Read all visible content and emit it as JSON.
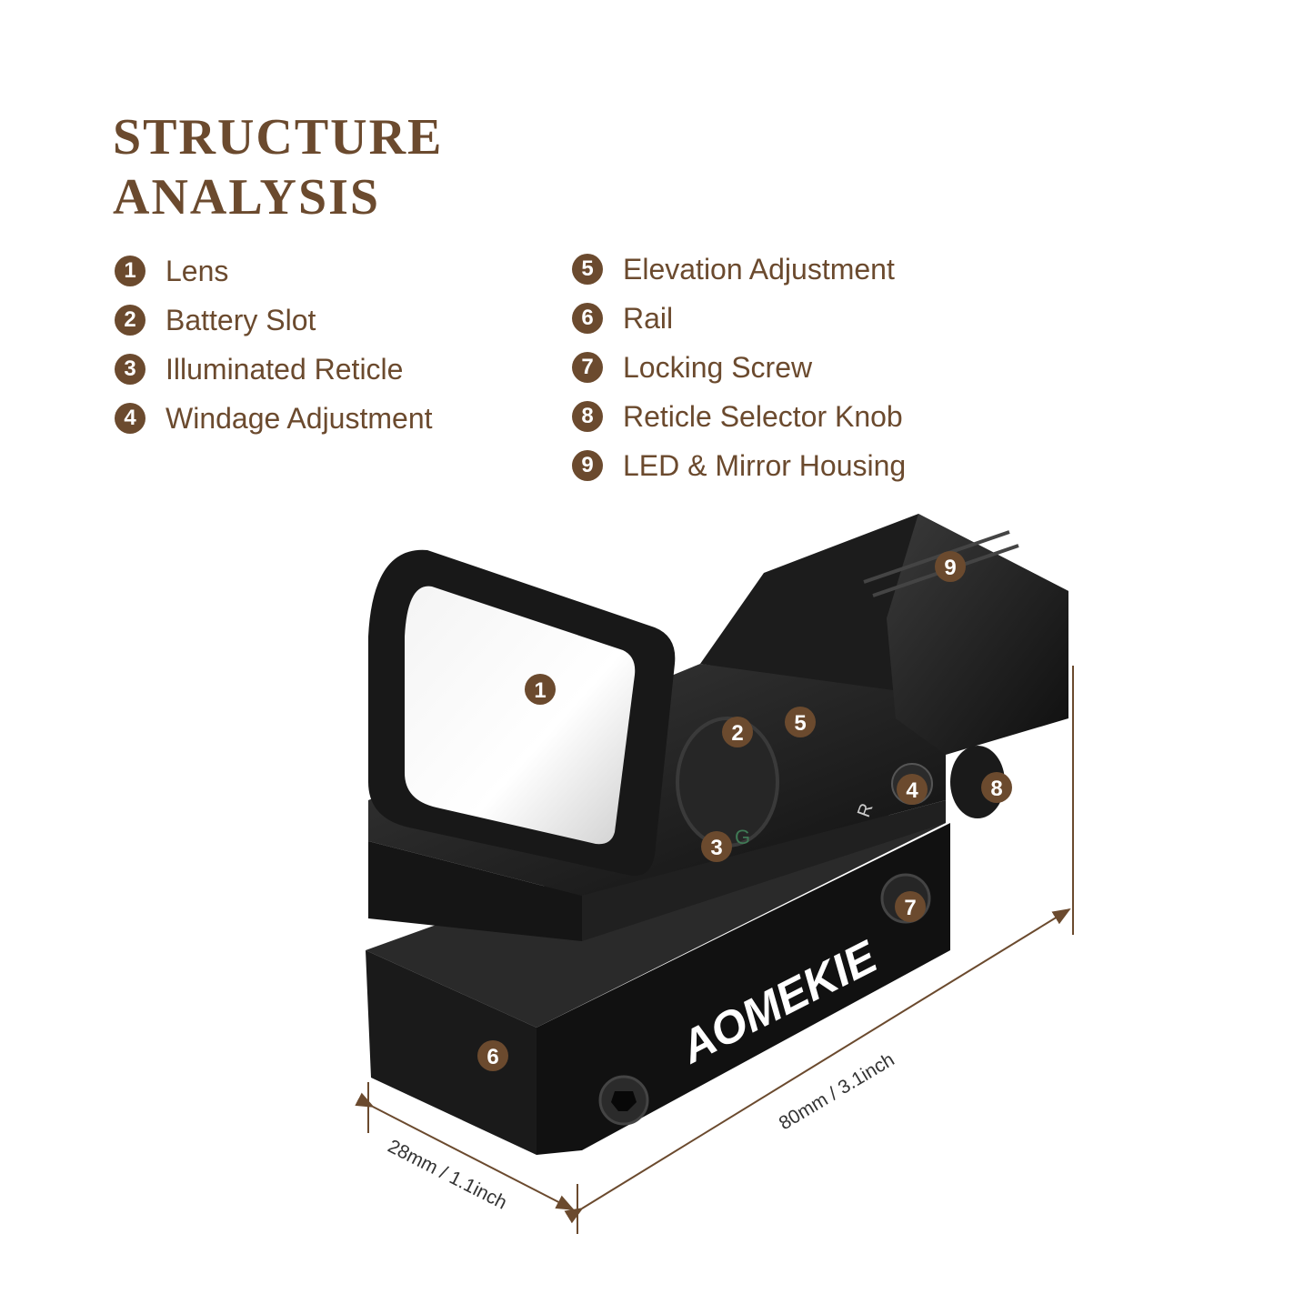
{
  "title": {
    "line1": "STRUCTURE",
    "line2": "ANALYSIS"
  },
  "parts": [
    {
      "num": "1",
      "label": "Lens"
    },
    {
      "num": "2",
      "label": "Battery Slot"
    },
    {
      "num": "3",
      "label": "Illuminated Reticle"
    },
    {
      "num": "4",
      "label": "Windage Adjustment"
    },
    {
      "num": "5",
      "label": "Elevation Adjustment"
    },
    {
      "num": "6",
      "label": "Rail"
    },
    {
      "num": "7",
      "label": "Locking Screw"
    },
    {
      "num": "8",
      "label": "Reticle Selector Knob"
    },
    {
      "num": "9",
      "label": "LED & Mirror Housing"
    }
  ],
  "product": {
    "brand": "AOMEKIE",
    "knob_marks": [
      "G",
      "R"
    ]
  },
  "dimensions": {
    "width": "28mm / 1.1inch",
    "length": "80mm / 3.1inch"
  },
  "colors": {
    "accent": "#6b4a2e",
    "body": "#1b1b1b"
  }
}
